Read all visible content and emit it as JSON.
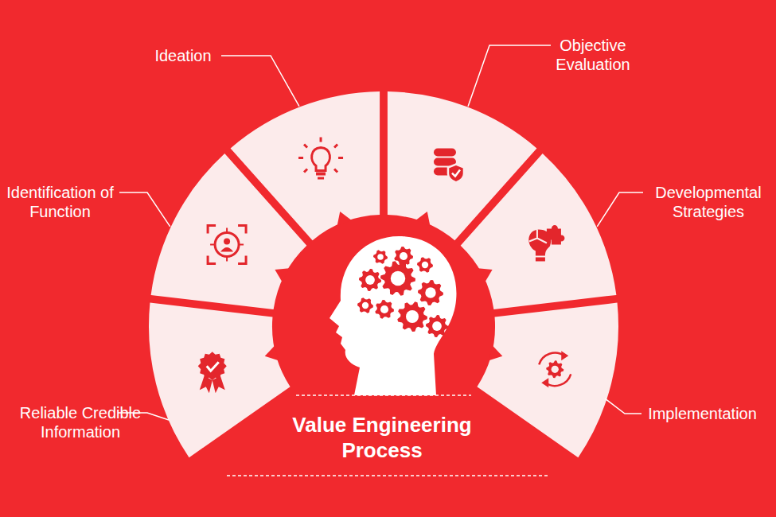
{
  "diagram": {
    "title": "Value Engineering Process",
    "labels": [
      "Ideation",
      "Objective Evaluation",
      "Identification of Function",
      "Developmental Strategies",
      "Reliable Credible Information",
      "Implementation"
    ]
  }
}
